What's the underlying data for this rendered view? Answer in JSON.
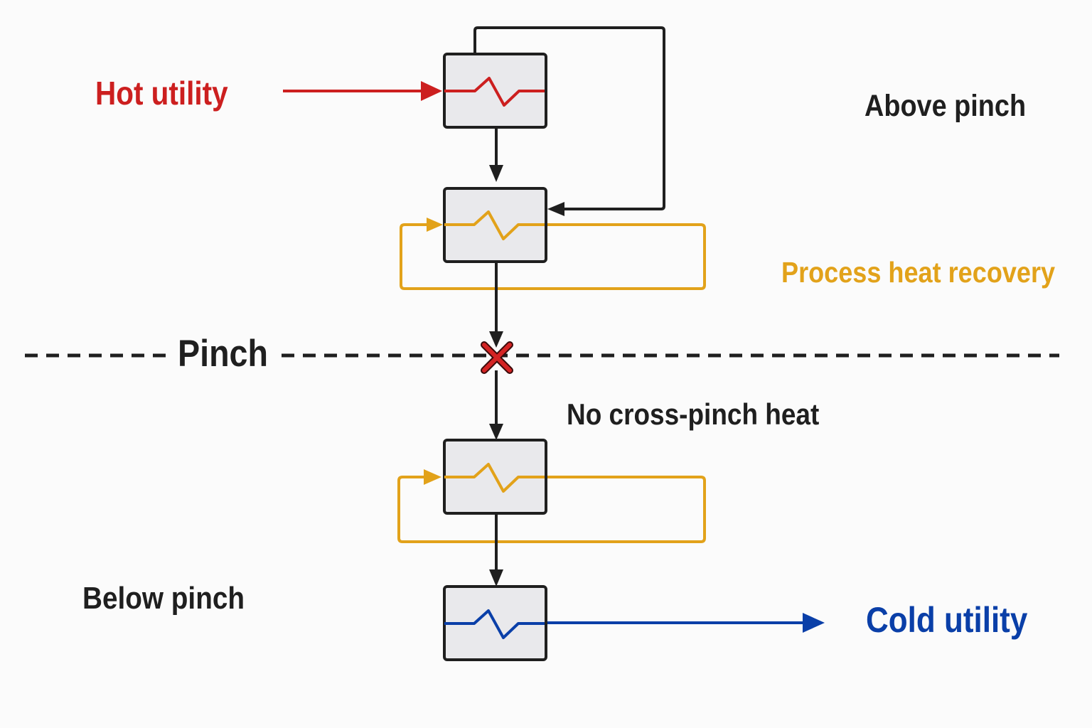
{
  "labels": {
    "hot_utility": "Hot utility",
    "above_pinch": "Above pinch",
    "process_heat_recovery": "Process heat recovery",
    "pinch": "Pinch",
    "no_cross_pinch_heat": "No cross-pinch heat",
    "below_pinch": "Below pinch",
    "cold_utility": "Cold utility"
  },
  "colors": {
    "hot": "#cc1f1f",
    "recovery": "#e2a21a",
    "cold": "#0a3fa8",
    "line": "#1f1f1f",
    "box_fill": "#e9e9ec",
    "background": "#fbfbfb"
  },
  "icons": {
    "exchanger": "heat-exchanger-icon",
    "blocked": "cross-mark-icon"
  }
}
